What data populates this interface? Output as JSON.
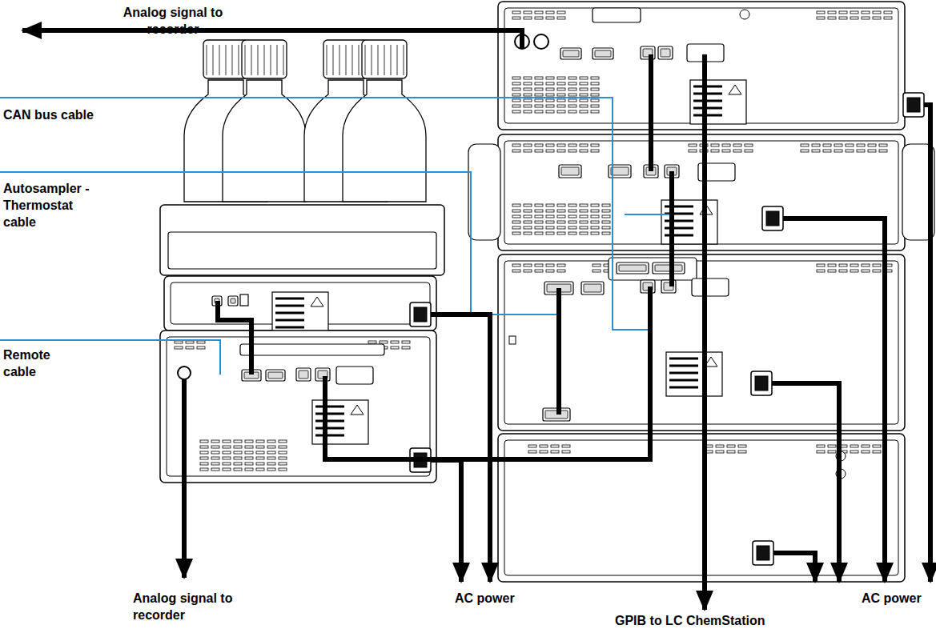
{
  "diagram": {
    "labels": [
      "Analog signal to recorder",
      "CAN bus cable",
      "Autosampler - Thermostat cable",
      "Remote cable",
      "Analog signal to recorder",
      "AC power",
      "AC power",
      "GPIB to LC ChemStation"
    ]
  }
}
